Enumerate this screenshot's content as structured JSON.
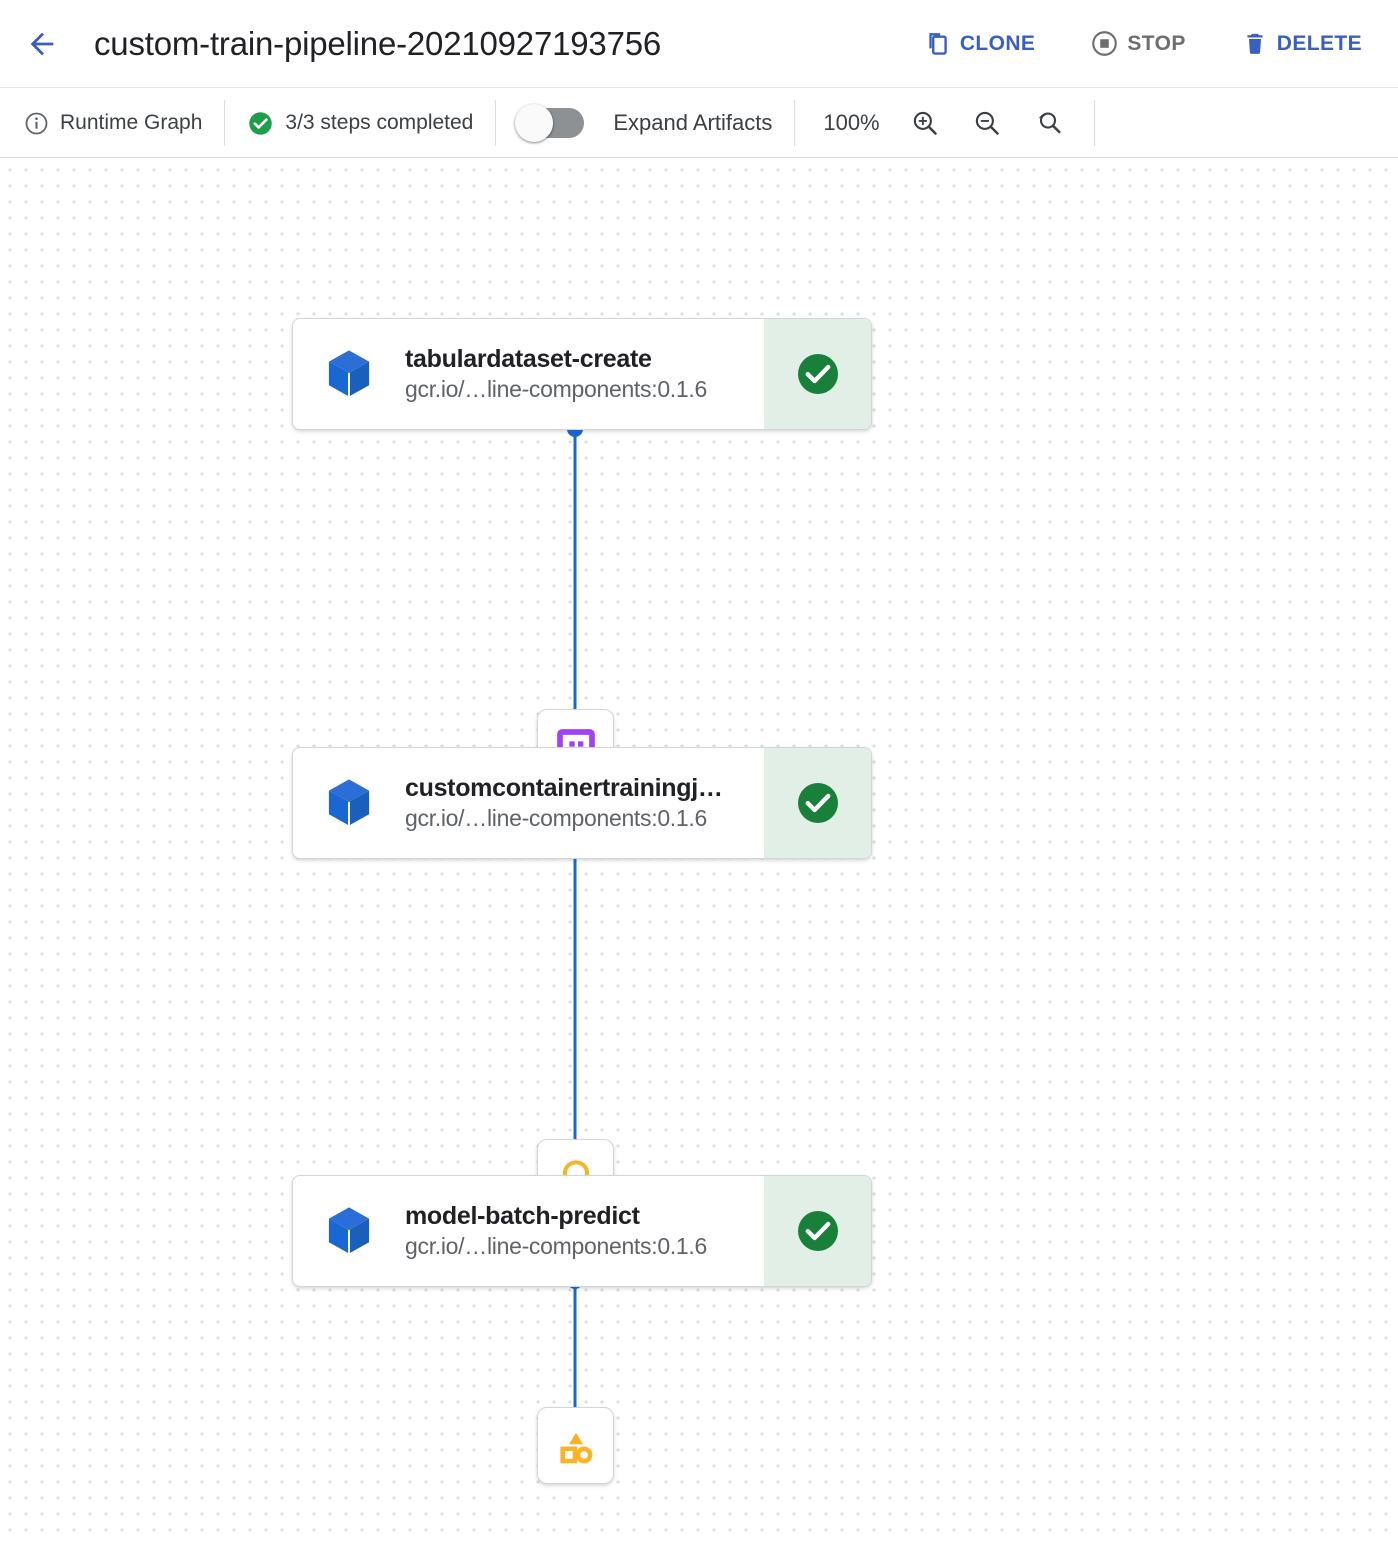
{
  "header": {
    "back_icon": "arrow-back-icon",
    "title": "custom-train-pipeline-20210927193756",
    "actions": [
      {
        "id": "clone",
        "label": "CLONE",
        "icon": "copy-icon",
        "color": "#3b5fc0",
        "disabled": false
      },
      {
        "id": "stop",
        "label": "STOP",
        "icon": "stop-circle-icon",
        "color": "#6e6e6e",
        "disabled": true
      },
      {
        "id": "delete",
        "label": "DELETE",
        "icon": "trash-icon",
        "color": "#3b5fc0",
        "disabled": false
      }
    ]
  },
  "toolbar": {
    "graph_mode_label": "Runtime Graph",
    "graph_mode_icon": "info-circle-icon",
    "status_label": "3/3 steps completed",
    "status_icon": "check-circle-icon",
    "status_color": "#1e9e4a",
    "expand_artifacts_label": "Expand Artifacts",
    "expand_artifacts_on": false,
    "zoom_level": "100%",
    "zoom_in_icon": "zoom-in-icon",
    "zoom_out_icon": "zoom-out-icon",
    "zoom_reset_icon": "zoom-reset-icon"
  },
  "graph": {
    "status_panel_bg": "#e2efe6",
    "status_check_color": "#188038",
    "edge_color": "#1967d2",
    "nodes": [
      {
        "id": "tabulardataset-create",
        "title": "tabulardataset-create",
        "subtitle": "gcr.io/…line-components:0.1.6",
        "icon": "cube-icon",
        "status": "succeeded",
        "status_icon": "check-circle-icon"
      },
      {
        "id": "customcontainertrainingjob",
        "title": "customcontainertrainingj…",
        "subtitle": "gcr.io/…line-components:0.1.6",
        "icon": "cube-icon",
        "status": "succeeded",
        "status_icon": "check-circle-icon"
      },
      {
        "id": "model-batch-predict",
        "title": "model-batch-predict",
        "subtitle": "gcr.io/…line-components:0.1.6",
        "icon": "cube-icon",
        "status": "succeeded",
        "status_icon": "check-circle-icon"
      }
    ],
    "artifacts": [
      {
        "id": "dataset-artifact",
        "icon": "dataset-grid-icon",
        "color": "#a142f4"
      },
      {
        "id": "model-artifact",
        "icon": "lightbulb-icon",
        "color": "#fbb325"
      },
      {
        "id": "batch-pred-artifact",
        "icon": "shapes-icon",
        "color": "#fbb325"
      }
    ]
  }
}
